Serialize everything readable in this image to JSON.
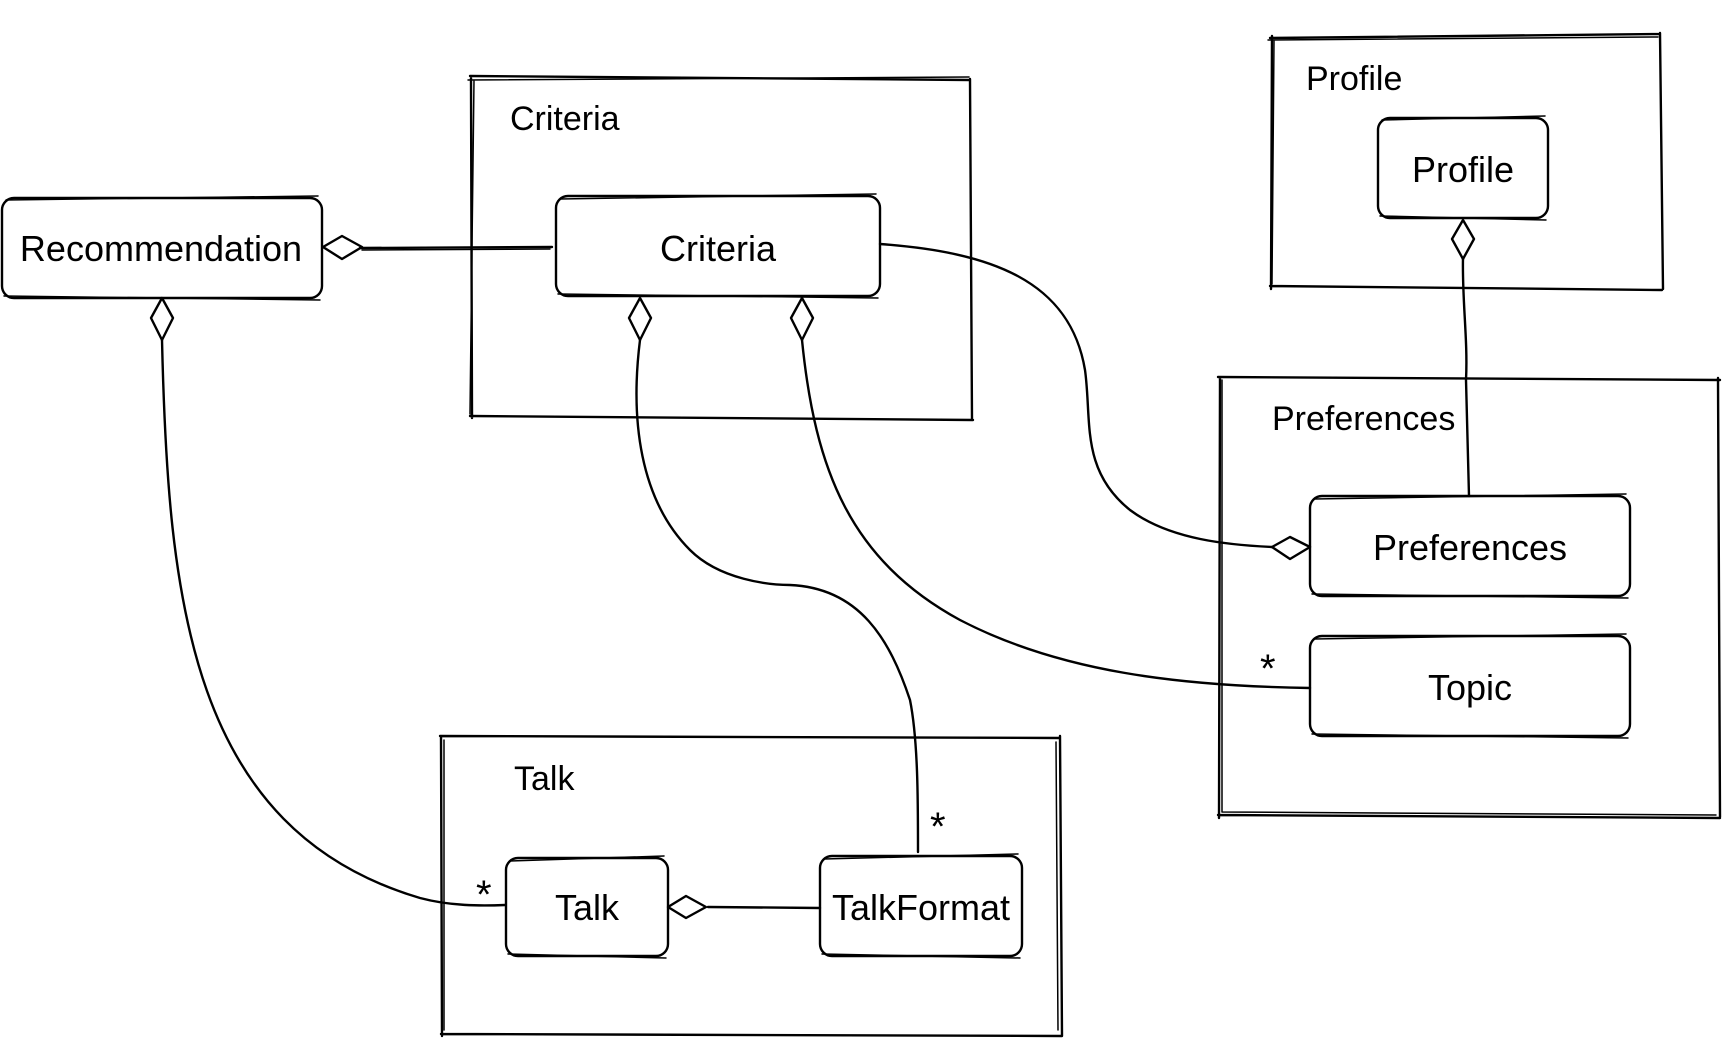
{
  "colors": {
    "ink": "#000000",
    "background": "#ffffff"
  },
  "frames": {
    "criteria": {
      "title": "Criteria"
    },
    "profile": {
      "title": "Profile"
    },
    "preferences": {
      "title": "Preferences"
    },
    "talk": {
      "title": "Talk"
    }
  },
  "nodes": {
    "recommendation": {
      "label": "Recommendation"
    },
    "criteria": {
      "label": "Criteria"
    },
    "profile": {
      "label": "Profile"
    },
    "preferences": {
      "label": "Preferences"
    },
    "topic": {
      "label": "Topic"
    },
    "talk": {
      "label": "Talk"
    },
    "talkformat": {
      "label": "TalkFormat"
    }
  },
  "edges": [
    {
      "from": "Criteria",
      "to": "Recommendation",
      "type": "aggregation",
      "multiplicity": ""
    },
    {
      "from": "Talk",
      "to": "Recommendation",
      "type": "aggregation",
      "multiplicity": "*"
    },
    {
      "from": "TalkFormat",
      "to": "Criteria",
      "type": "aggregation",
      "multiplicity": "*"
    },
    {
      "from": "Topic",
      "to": "Criteria",
      "type": "aggregation",
      "multiplicity": "*"
    },
    {
      "from": "Criteria",
      "to": "Preferences",
      "type": "aggregation",
      "multiplicity": ""
    },
    {
      "from": "Preferences",
      "to": "Profile",
      "type": "aggregation",
      "multiplicity": ""
    },
    {
      "from": "TalkFormat",
      "to": "Talk",
      "type": "aggregation",
      "multiplicity": ""
    }
  ],
  "multiplicity": {
    "talk_to_recommendation": "*",
    "talkformat_to_criteria": "*",
    "topic_to_criteria": "*"
  }
}
